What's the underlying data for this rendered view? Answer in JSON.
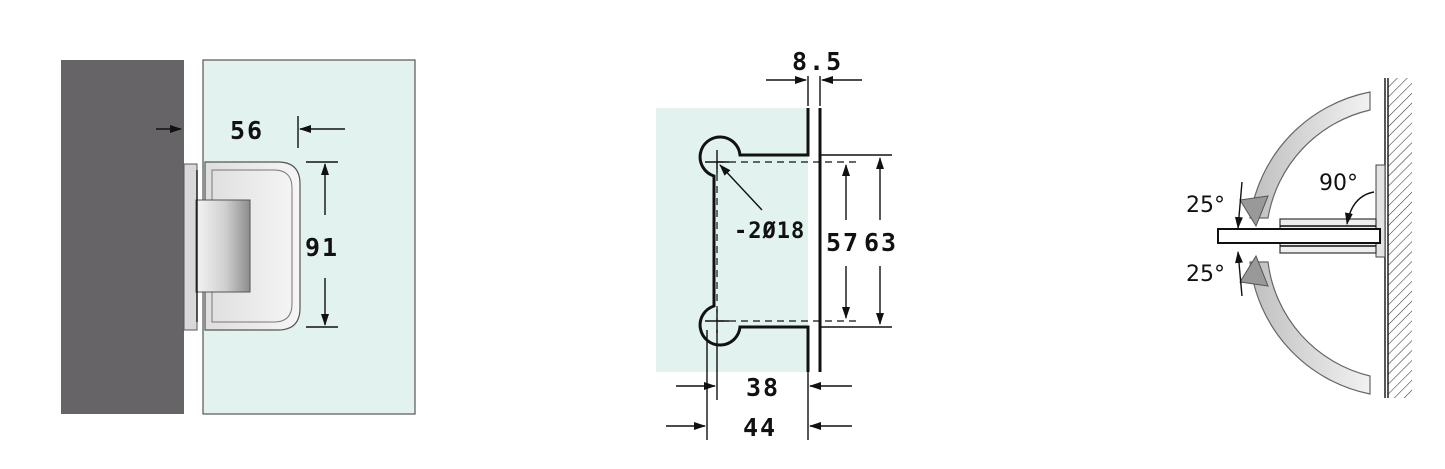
{
  "front_view": {
    "width_label": "56",
    "height_label": "91"
  },
  "side_view": {
    "top_label": "8.5",
    "hole_label": "-2Ø18",
    "inner_height_label": "57",
    "outer_height_label": "63",
    "inner_width_label": "38",
    "outer_width_label": "44"
  },
  "top_view": {
    "angle_top_label": "25°",
    "angle_right_label": "90°",
    "angle_bottom_label": "25°"
  },
  "colors": {
    "wall": "#666466",
    "glass": "#e2f2ef",
    "metal_light": "#ececec",
    "metal_dark": "#8c8c8c"
  }
}
